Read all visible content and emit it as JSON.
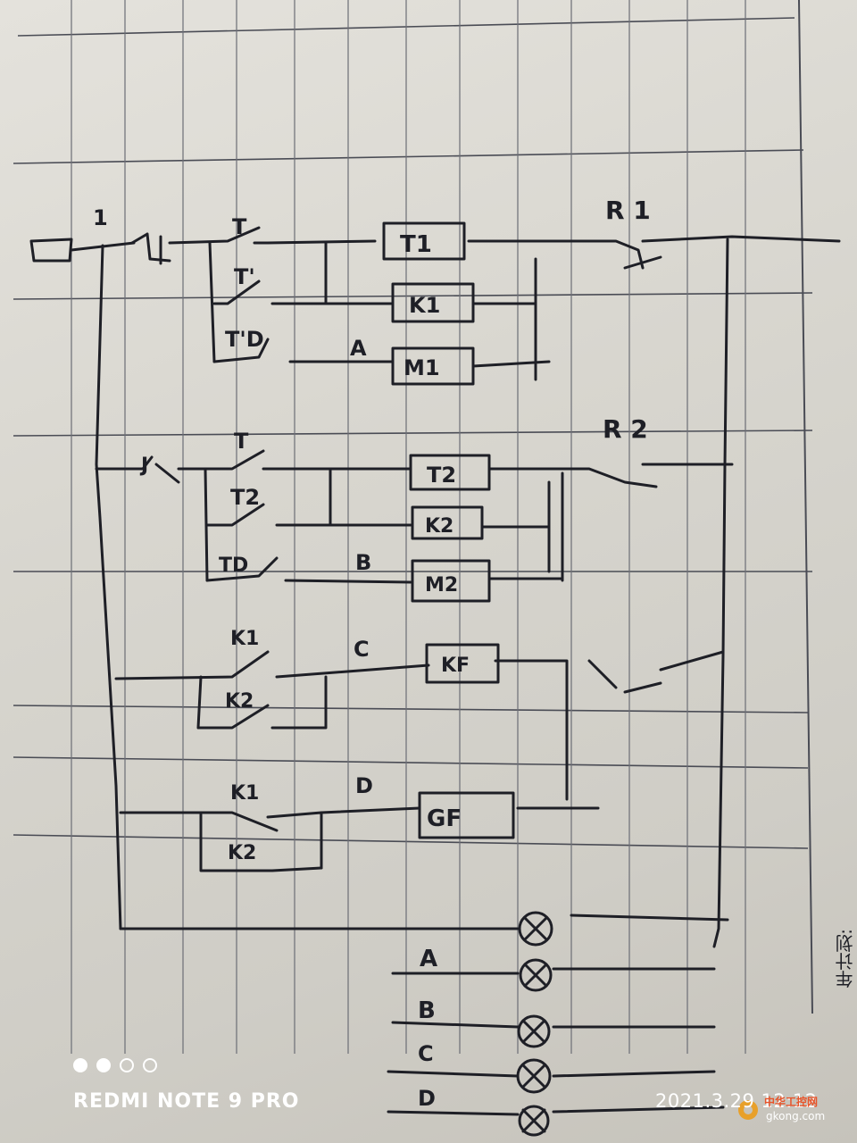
{
  "labels": {
    "node_1": "1",
    "r1": "R 1",
    "t1_contact": "T",
    "t1_hold": "T'",
    "t1_off": "T'D",
    "line_a": "A",
    "coil_t1": "T1",
    "coil_k1": "K1",
    "coil_m1": "M1",
    "r2": "R 2",
    "sw2": "J",
    "t2_contact": "T",
    "t2_hold": "T2",
    "t2_off": "TD",
    "line_b": "B",
    "coil_t2": "T2",
    "coil_k2": "K2",
    "coil_m2": "M2",
    "k1_contact": "K1",
    "k2_contact": "K2",
    "line_c": "C",
    "coil_kf": "KF",
    "k1_contact_b": "K1",
    "k2_contact_b": "K2",
    "line_d": "D",
    "coil_gf": "GF",
    "lamp_a": "A",
    "lamp_b": "B",
    "lamp_c": "C",
    "lamp_d": "D"
  },
  "side_note": "年计划:",
  "watermark": {
    "device": "REDMI NOTE 9 PRO",
    "timestamp": "2021.3.29 12:12",
    "site_cn": "中华工控网",
    "site_url": "gkong.com",
    "dots": [
      "filled",
      "filled",
      "empty",
      "empty"
    ]
  },
  "colors": {
    "ink": "#1e1f26",
    "paper": "#e4e2dc",
    "site_accent": "#e8542a"
  }
}
